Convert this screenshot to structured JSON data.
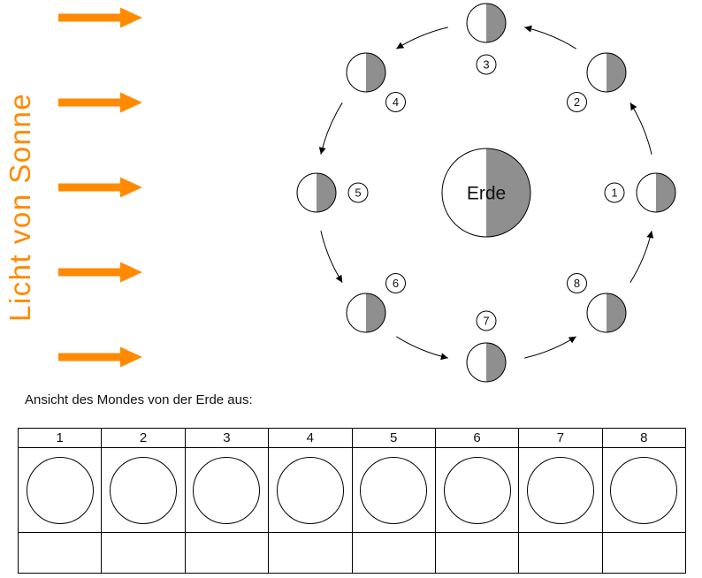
{
  "colors": {
    "sun_orange": "#ff8a00",
    "shadow_gray": "#8f8f8f",
    "outline": "#000000"
  },
  "sun_light": {
    "label": "Licht von Sonne"
  },
  "earth": {
    "label": "Erde"
  },
  "positions": [
    {
      "label": "1"
    },
    {
      "label": "2"
    },
    {
      "label": "3"
    },
    {
      "label": "4"
    },
    {
      "label": "5"
    },
    {
      "label": "6"
    },
    {
      "label": "7"
    },
    {
      "label": "8"
    }
  ],
  "caption": "Ansicht des Mondes von der Erde aus:",
  "table": {
    "columns": [
      "1",
      "2",
      "3",
      "4",
      "5",
      "6",
      "7",
      "8"
    ]
  }
}
